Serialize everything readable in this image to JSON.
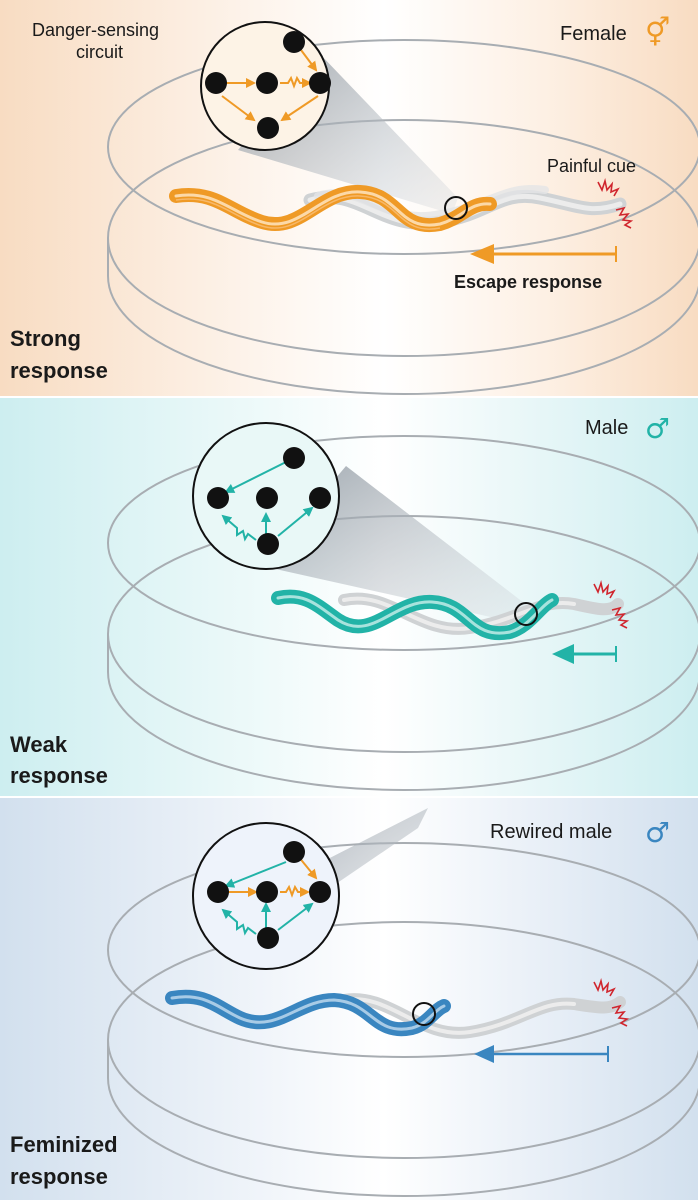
{
  "colors": {
    "female": "#ef9a26",
    "male": "#22b3a7",
    "rewired": "#3a86c0",
    "cue": "#d0262e",
    "dish": "#a8adb2",
    "neuron": "#111111"
  },
  "panels": [
    {
      "gender_label": "Female",
      "gender_symbol": "⚥",
      "outcome_line1": "Strong",
      "outcome_line2": "response",
      "circuit_title_line1": "Danger-sensing",
      "circuit_title_line2": "circuit",
      "cue_label": "Painful cue",
      "escape_label": "Escape response",
      "escape_strength": 1.0,
      "icons": [
        "neuron-circuit-icon",
        "worm-icon",
        "pain-burst-icon",
        "arrow-left-icon"
      ]
    },
    {
      "gender_label": "Male",
      "gender_symbol": "♂",
      "outcome_line1": "Weak",
      "outcome_line2": "response",
      "escape_strength": 0.45,
      "icons": [
        "neuron-circuit-icon",
        "worm-icon",
        "pain-burst-icon",
        "arrow-left-icon"
      ]
    },
    {
      "gender_label": "Rewired male",
      "gender_symbol": "♂",
      "outcome_line1": "Feminized",
      "outcome_line2": "response",
      "escape_strength": 0.7,
      "icons": [
        "neuron-circuit-icon",
        "worm-icon",
        "pain-burst-icon",
        "arrow-left-icon"
      ]
    }
  ]
}
